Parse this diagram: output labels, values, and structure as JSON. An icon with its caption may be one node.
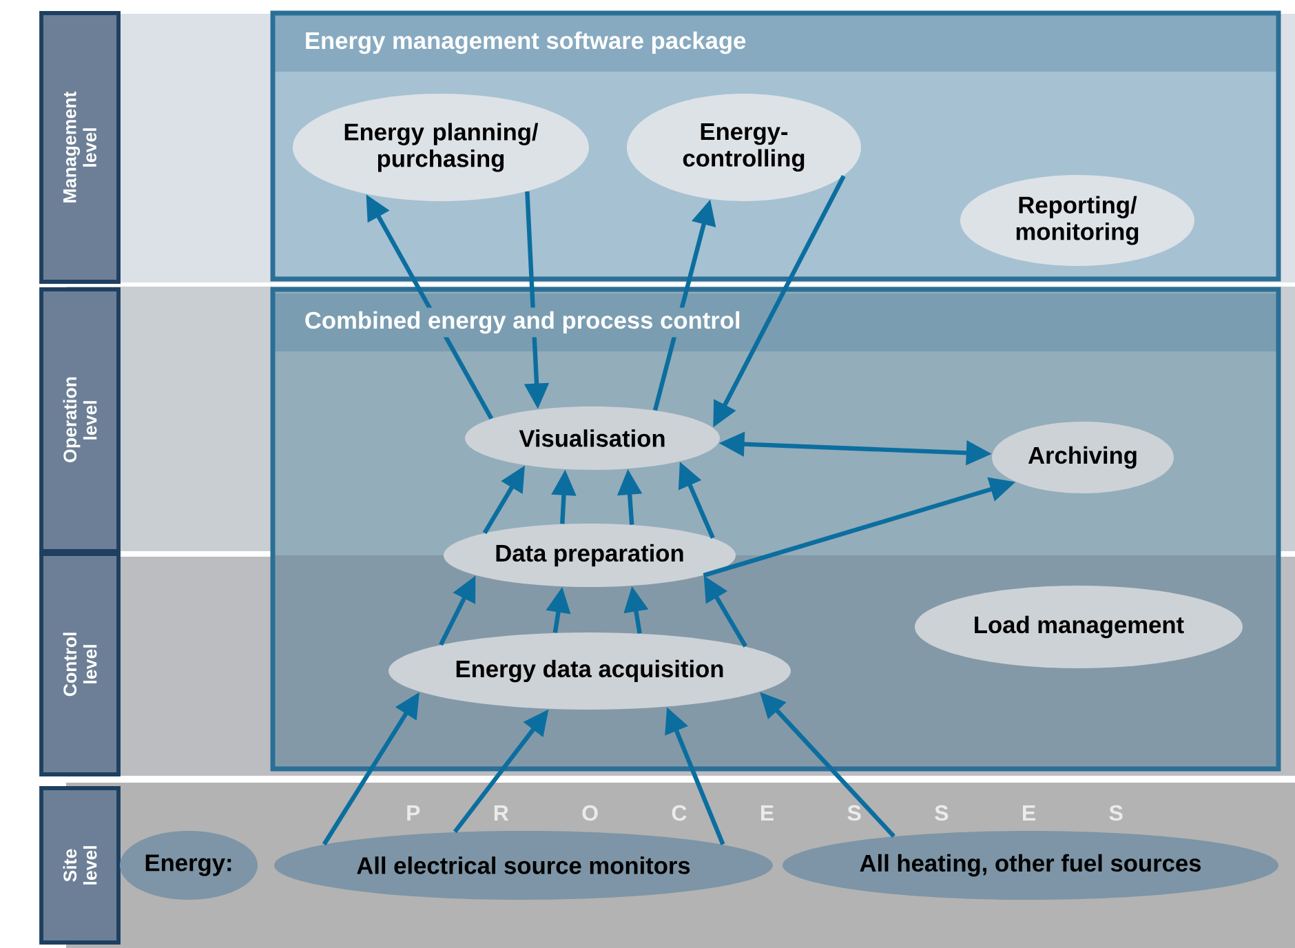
{
  "diagram": {
    "nodes": [
      {
        "text": [
          "Management level"
        ]
      },
      {
        "text": [
          "Operation level"
        ]
      },
      {
        "text": [
          "Control level"
        ]
      },
      {
        "text": [
          "Site level"
        ]
      },
      {
        "text": [
          "Energy management software package"
        ]
      },
      {
        "text": [
          "Energy planning/ purchasing"
        ],
        "in": 4
      },
      {
        "text": [
          "Energy-controlling"
        ],
        "in": 4
      },
      {
        "text": [
          "Reporting/ monitoring"
        ],
        "in": 4
      },
      {
        "text": [
          "Combined energy and process control"
        ]
      },
      {
        "text": [
          "Visualisation"
        ],
        "in": 8
      },
      {
        "text": [
          "Archiving"
        ],
        "in": 8
      },
      {
        "text": [
          "Data preparation"
        ],
        "in": 8
      },
      {
        "text": [
          "Load management"
        ],
        "in": 8
      },
      {
        "text": [
          "Energy data acquisition"
        ],
        "in": 8
      },
      {
        "text": [
          "Energy:"
        ]
      },
      {
        "text": [
          "All electrical source monitors"
        ]
      },
      {
        "text": [
          "All heating, other fuel sources"
        ]
      }
    ],
    "edges": [
      {
        "from": 9,
        "to": 5,
        "arrow": "to"
      },
      {
        "from": 5,
        "to": 9,
        "arrow": "to"
      },
      {
        "from": 9,
        "to": 6,
        "arrow": "to"
      },
      {
        "from": 6,
        "to": 9,
        "arrow": "to"
      },
      {
        "from": 9,
        "to": 10,
        "arrow": "both"
      },
      {
        "from": 11,
        "to": 10,
        "arrow": "to"
      },
      {
        "from": 11,
        "to": 9,
        "arrow": "to"
      },
      {
        "from": 11,
        "to": 9,
        "arrow": "to"
      },
      {
        "from": 11,
        "to": 9,
        "arrow": "to"
      },
      {
        "from": 11,
        "to": 9,
        "arrow": "to"
      },
      {
        "from": 13,
        "to": 11,
        "arrow": "to"
      },
      {
        "from": 13,
        "to": 11,
        "arrow": "to"
      },
      {
        "from": 13,
        "to": 11,
        "arrow": "to"
      },
      {
        "from": 13,
        "to": 11,
        "arrow": "to"
      },
      {
        "from": 15,
        "to": 13,
        "arrow": "to"
      },
      {
        "from": 15,
        "to": 13,
        "arrow": "to"
      },
      {
        "from": 15,
        "to": 13,
        "arrow": "to"
      },
      {
        "from": 16,
        "to": 13,
        "arrow": "to"
      }
    ],
    "labels": [
      "P R O C E S S E S"
    ]
  }
}
